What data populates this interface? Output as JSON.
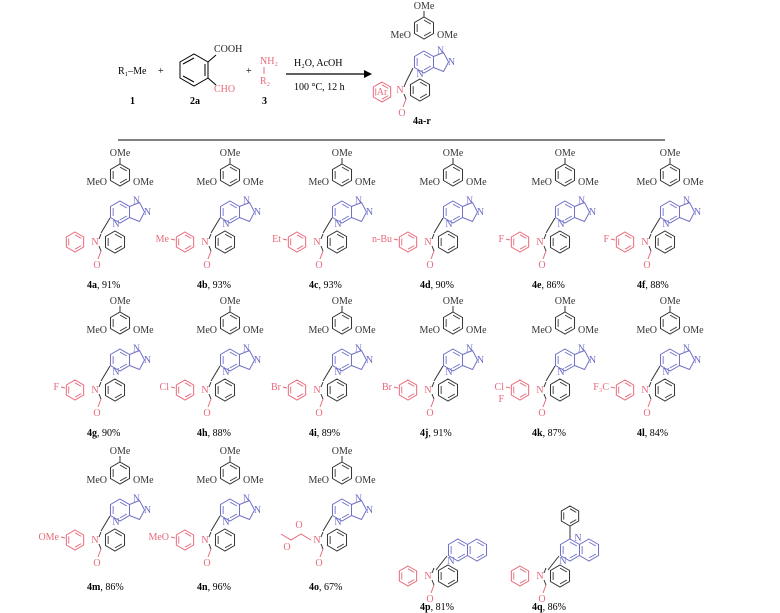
{
  "reaction": {
    "reactant1": "R₁–Me",
    "reactant1_label": "1",
    "reactant2_cooh": "COOH",
    "reactant2_cho": "CHO",
    "reactant2_label": "2a",
    "reactant3_nh2": "NH₂",
    "reactant3_r": "R₂",
    "reactant3_label": "3",
    "plus": "+",
    "conditions_line1": "H₂O, AcOH",
    "conditions_line2": "100 °C, 12 h",
    "product_label": "4a-r",
    "ar": "Ar"
  },
  "labels": {
    "ome": "OMe",
    "meo": "MeO"
  },
  "compounds": [
    {
      "id": "4a",
      "yield": "91%",
      "subst": "",
      "type": "full"
    },
    {
      "id": "4b",
      "yield": "93%",
      "subst": "Me",
      "type": "full"
    },
    {
      "id": "4c",
      "yield": "93%",
      "subst": "Et",
      "type": "full"
    },
    {
      "id": "4d",
      "yield": "90%",
      "subst": "n-Bu",
      "type": "full"
    },
    {
      "id": "4e",
      "yield": "86%",
      "subst": "F",
      "type": "full"
    },
    {
      "id": "4f",
      "yield": "88%",
      "subst": "F",
      "type": "full"
    },
    {
      "id": "4g",
      "yield": "90%",
      "subst": "F",
      "type": "full"
    },
    {
      "id": "4h",
      "yield": "88%",
      "subst": "Cl",
      "type": "full"
    },
    {
      "id": "4i",
      "yield": "89%",
      "subst": "Br",
      "type": "full"
    },
    {
      "id": "4j",
      "yield": "91%",
      "subst": "Br",
      "type": "full"
    },
    {
      "id": "4k",
      "yield": "87%",
      "subst": "Cl",
      "subst2": "F",
      "type": "full"
    },
    {
      "id": "4l",
      "yield": "84%",
      "subst": "F₃C",
      "type": "full"
    },
    {
      "id": "4m",
      "yield": "86%",
      "subst": "OMe",
      "type": "full"
    },
    {
      "id": "4n",
      "yield": "96%",
      "subst": "MeO",
      "type": "full"
    },
    {
      "id": "4o",
      "yield": "67%",
      "subst": "",
      "type": "ester"
    },
    {
      "id": "4p",
      "yield": "81%",
      "subst": "",
      "type": "quinoline"
    },
    {
      "id": "4q",
      "yield": "86%",
      "subst": "",
      "type": "quinazoline"
    }
  ]
}
